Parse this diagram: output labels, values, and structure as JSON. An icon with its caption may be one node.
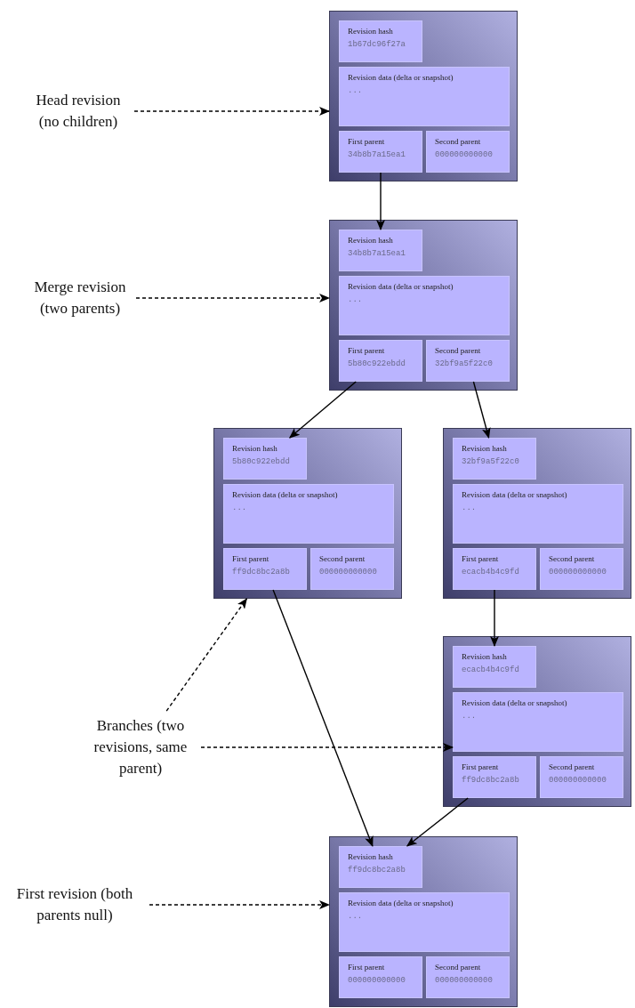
{
  "diagram": {
    "nodes": [
      {
        "text": [
          "Head revision (no children)"
        ]
      },
      {
        "text": [],
        "shape": "box"
      },
      {
        "text": [
          "Revision hash",
          "1b67dc96f27a"
        ],
        "in": 1
      },
      {
        "text": [
          "Revision data (delta or snapshot)",
          "..."
        ],
        "in": 1
      },
      {
        "text": [
          "First parent",
          "34b8b7a15ea1"
        ],
        "in": 1
      },
      {
        "text": [
          "Second parent",
          "000000000000"
        ],
        "in": 1
      },
      {
        "text": [
          "Merge revision (two parents)"
        ]
      },
      {
        "text": [],
        "shape": "box"
      },
      {
        "text": [
          "Revision hash",
          "34b8b7a15ea1"
        ],
        "in": 7
      },
      {
        "text": [
          "Revision data (delta or snapshot)",
          "..."
        ],
        "in": 7
      },
      {
        "text": [
          "First parent",
          "5b80c922ebdd"
        ],
        "in": 7
      },
      {
        "text": [
          "Second parent",
          "32bf9a5f22c0"
        ],
        "in": 7
      },
      {
        "text": [],
        "shape": "box"
      },
      {
        "text": [
          "Revision hash",
          "5b80c922ebdd"
        ],
        "in": 12
      },
      {
        "text": [
          "Revision data (delta or snapshot)",
          "..."
        ],
        "in": 12
      },
      {
        "text": [
          "First parent",
          "ff9dc8bc2a8b"
        ],
        "in": 12
      },
      {
        "text": [
          "Second parent",
          "000000000000"
        ],
        "in": 12
      },
      {
        "text": [],
        "shape": "box"
      },
      {
        "text": [
          "Revision hash",
          "32bf9a5f22c0"
        ],
        "in": 17
      },
      {
        "text": [
          "Revision data (delta or snapshot)",
          "..."
        ],
        "in": 17
      },
      {
        "text": [
          "First parent",
          "ecacb4b4c9fd"
        ],
        "in": 17
      },
      {
        "text": [
          "Second parent",
          "000000000000"
        ],
        "in": 17
      },
      {
        "text": [],
        "shape": "box"
      },
      {
        "text": [
          "Revision hash",
          "ecacb4b4c9fd"
        ],
        "in": 22
      },
      {
        "text": [
          "Revision data (delta or snapshot)",
          "..."
        ],
        "in": 22
      },
      {
        "text": [
          "First parent",
          "ff9dc8bc2a8b"
        ],
        "in": 22
      },
      {
        "text": [
          "Second parent",
          "000000000000"
        ],
        "in": 22
      },
      {
        "text": [
          "Branches (two revisions, same parent)"
        ]
      },
      {
        "text": [],
        "shape": "box"
      },
      {
        "text": [
          "Revision hash",
          "ff9dc8bc2a8b"
        ],
        "in": 28
      },
      {
        "text": [
          "Revision data (delta or snapshot)",
          "..."
        ],
        "in": 28
      },
      {
        "text": [
          "First parent",
          "000000000000"
        ],
        "in": 28
      },
      {
        "text": [
          "Second parent",
          "000000000000"
        ],
        "in": 28
      },
      {
        "text": [
          "First revision (both parents null)"
        ]
      }
    ],
    "edges": [
      {
        "from": 4,
        "to": 8,
        "arrow": "to"
      },
      {
        "from": 10,
        "to": 13,
        "arrow": "to"
      },
      {
        "from": 11,
        "to": 18,
        "arrow": "to"
      },
      {
        "from": 20,
        "to": 23,
        "arrow": "to"
      },
      {
        "from": 15,
        "to": 29,
        "arrow": "to"
      },
      {
        "from": 25,
        "to": 29,
        "arrow": "to"
      },
      {
        "from": 0,
        "to": 1,
        "arrow": "to",
        "style": "dashed"
      },
      {
        "from": 6,
        "to": 7,
        "arrow": "to",
        "style": "dashed"
      },
      {
        "from": 27,
        "to": 12,
        "arrow": "to",
        "style": "dashed"
      },
      {
        "from": 27,
        "to": 24,
        "arrow": "to",
        "style": "dashed"
      },
      {
        "from": 33,
        "to": 28,
        "arrow": "to",
        "style": "dashed"
      }
    ]
  }
}
